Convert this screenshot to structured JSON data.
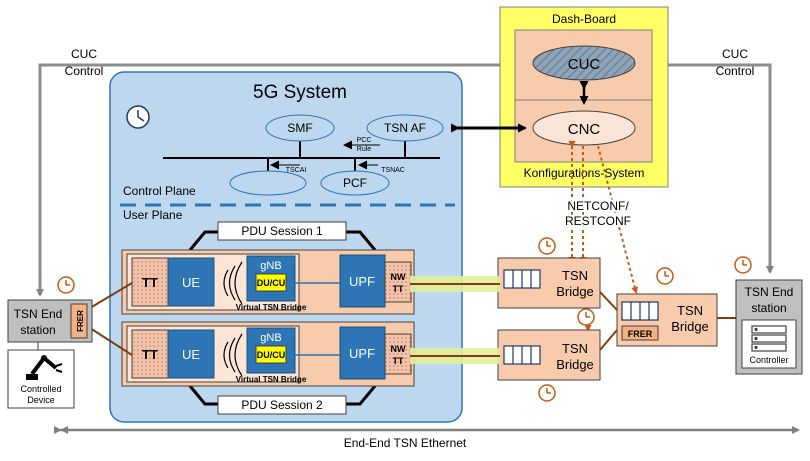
{
  "labels": {
    "system_title": "5G System",
    "dashboard": "Dash-Board",
    "konfig": "Konfigurations-System",
    "cuc": "CUC",
    "cnc": "CNC",
    "cuc_control_left": [
      "CUC",
      "Control"
    ],
    "cuc_control_right": [
      "CUC",
      "Control"
    ],
    "smf": "SMF",
    "tsn_af": "TSN AF",
    "pcf": "PCF",
    "pcc_rule": [
      "PCC",
      "Rule"
    ],
    "tscai": "TSCAI",
    "tsnac": "TSNAC",
    "control_plane": "Control Plane",
    "user_plane": "User Plane",
    "netconf": [
      "NETCONF/",
      "RESTCONF"
    ],
    "pdu1": "PDU Session 1",
    "pdu2": "PDU Session 2",
    "tt": "TT",
    "ue": "UE",
    "gnb": "gNB",
    "du_cu": "DU/CU",
    "virtual_bridge": "Virtual TSN Bridge",
    "upf": "UPF",
    "nw_tt": [
      "NW",
      "TT"
    ],
    "tsn_bridge": [
      "TSN",
      "Bridge"
    ],
    "frer": "FRER",
    "end_station_left": [
      "TSN End",
      "station"
    ],
    "end_station_right": [
      "TSN End",
      "station"
    ],
    "controlled_device": [
      "Controlled",
      "Device"
    ],
    "controller": "Controller",
    "ethernet": "End-End TSN Ethernet"
  },
  "colors": {
    "system_fill": "#bdd7ee",
    "system_stroke": "#2e75b6",
    "node_blue": "#2e75b6",
    "salmon": "#f8cbad",
    "yellow": "#ffff66",
    "gray_box": "#bfbfbf",
    "orange": "#c55a11",
    "ellipse": "#bdd7ee"
  }
}
